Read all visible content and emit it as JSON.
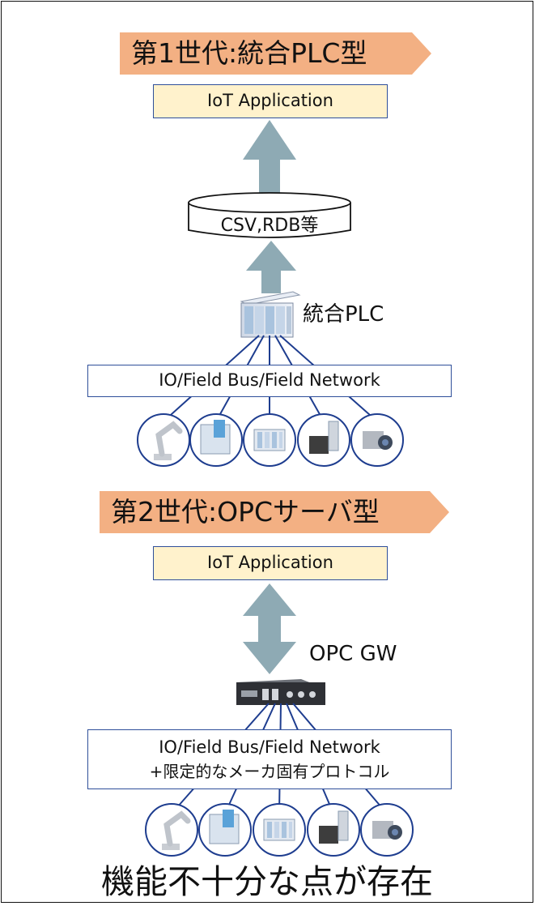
{
  "gen1": {
    "banner": "第1世代:統合PLC型",
    "app": "IoT Application",
    "db": "CSV,RDB等",
    "plc_label": "統合PLC",
    "network": "IO/Field Bus/Field Network"
  },
  "gen2": {
    "banner": "第2世代:OPCサーバ型",
    "app": "IoT Application",
    "gw_label": "OPC GW",
    "network_line1": "IO/Field Bus/Field Network",
    "network_line2": "+限定的なメーカ固有プロトコル"
  },
  "footer": "機能不十分な点が存在",
  "devices": [
    "robot-arm-icon",
    "machine-tool-icon",
    "plc-rack-icon",
    "servo-motor-icon",
    "camera-icon"
  ],
  "colors": {
    "banner": "#f3b083",
    "app_fill": "#fff2cc",
    "border": "#2f4f9a",
    "arrow": "#8eaab4"
  }
}
